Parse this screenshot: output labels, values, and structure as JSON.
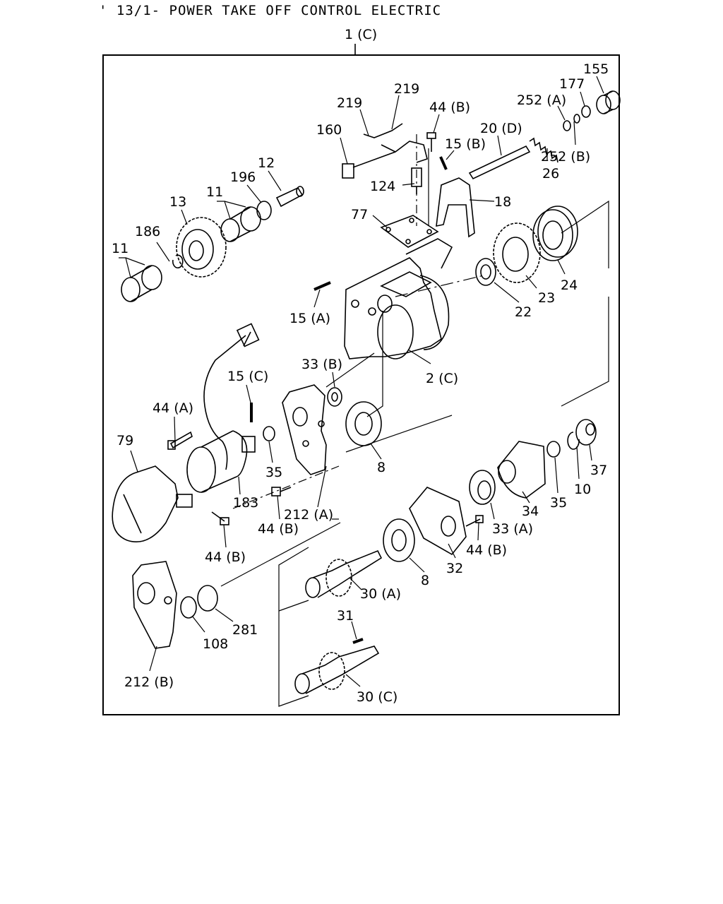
{
  "title": "' 13/1- POWER TAKE OFF CONTROL ELECTRIC",
  "assembly_label": "1 (C)",
  "callouts": [
    {
      "id": "155",
      "text": "155"
    },
    {
      "id": "177",
      "text": "177"
    },
    {
      "id": "252A",
      "text": "252 (A)"
    },
    {
      "id": "252B",
      "text": "252 (B)"
    },
    {
      "id": "219a",
      "text": "219"
    },
    {
      "id": "219b",
      "text": "219"
    },
    {
      "id": "44B_top",
      "text": "44 (B)"
    },
    {
      "id": "20D",
      "text": "20 (D)"
    },
    {
      "id": "160",
      "text": "160"
    },
    {
      "id": "15B",
      "text": "15 (B)"
    },
    {
      "id": "26",
      "text": "26"
    },
    {
      "id": "12",
      "text": "12"
    },
    {
      "id": "196",
      "text": "196"
    },
    {
      "id": "11_top",
      "text": "11"
    },
    {
      "id": "13",
      "text": "13"
    },
    {
      "id": "124",
      "text": "124"
    },
    {
      "id": "18",
      "text": "18"
    },
    {
      "id": "77",
      "text": "77"
    },
    {
      "id": "186",
      "text": "186"
    },
    {
      "id": "11_left",
      "text": "11"
    },
    {
      "id": "24",
      "text": "24"
    },
    {
      "id": "23",
      "text": "23"
    },
    {
      "id": "22",
      "text": "22"
    },
    {
      "id": "15A",
      "text": "15 (A)"
    },
    {
      "id": "33B",
      "text": "33 (B)"
    },
    {
      "id": "2C",
      "text": "2 (C)"
    },
    {
      "id": "15C",
      "text": "15 (C)"
    },
    {
      "id": "44A",
      "text": "44 (A)"
    },
    {
      "id": "79",
      "text": "79"
    },
    {
      "id": "35_mid",
      "text": "35"
    },
    {
      "id": "8_mid",
      "text": "8"
    },
    {
      "id": "37",
      "text": "37"
    },
    {
      "id": "10",
      "text": "10"
    },
    {
      "id": "35_right",
      "text": "35"
    },
    {
      "id": "34",
      "text": "34"
    },
    {
      "id": "183",
      "text": "183"
    },
    {
      "id": "212A",
      "text": "212 (A)"
    },
    {
      "id": "44B_mid",
      "text": "44 (B)"
    },
    {
      "id": "33A",
      "text": "33 (A)"
    },
    {
      "id": "44B_right",
      "text": "44 (B)"
    },
    {
      "id": "44B_left",
      "text": "44 (B)"
    },
    {
      "id": "32",
      "text": "32"
    },
    {
      "id": "8_low",
      "text": "8"
    },
    {
      "id": "30A",
      "text": "30 (A)"
    },
    {
      "id": "281",
      "text": "281"
    },
    {
      "id": "108",
      "text": "108"
    },
    {
      "id": "31",
      "text": "31"
    },
    {
      "id": "212B",
      "text": "212 (B)"
    },
    {
      "id": "30C",
      "text": "30 (C)"
    }
  ]
}
